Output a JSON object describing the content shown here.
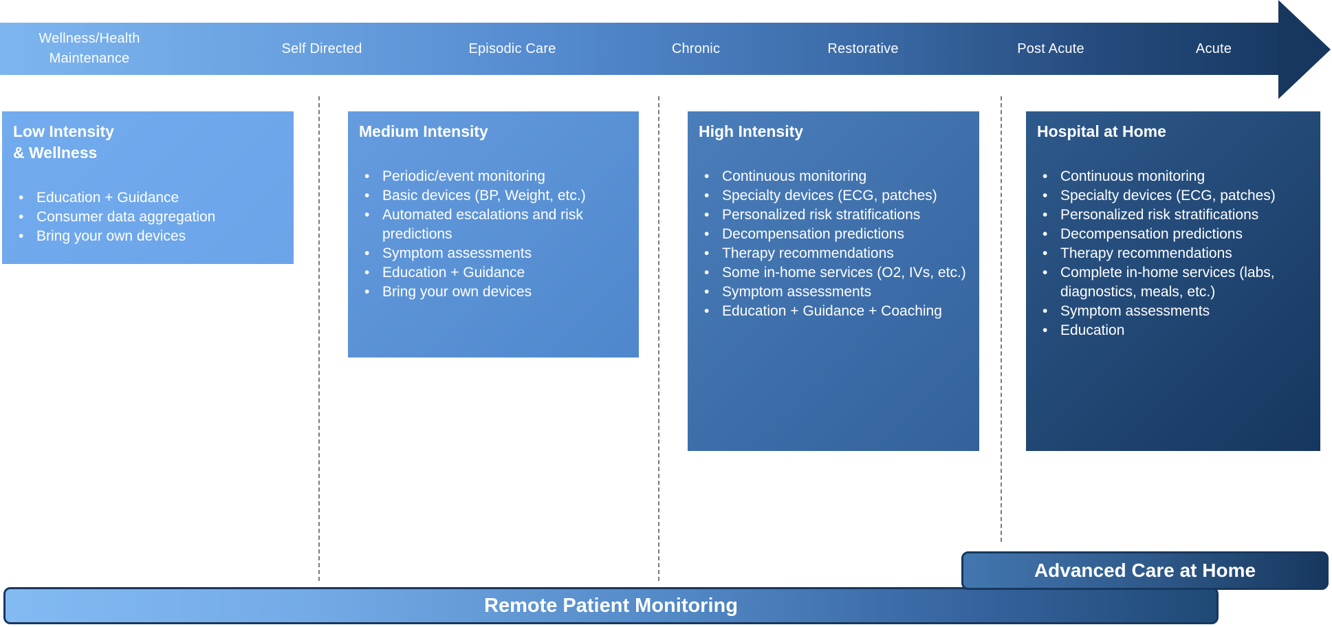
{
  "arrow": {
    "stages": [
      {
        "label": "Wellness/Health\nMaintenance"
      },
      {
        "label": "Self Directed"
      },
      {
        "label": "Episodic Care"
      },
      {
        "label": "Chronic"
      },
      {
        "label": "Restorative"
      },
      {
        "label": "Post Acute"
      },
      {
        "label": "Acute"
      }
    ]
  },
  "columns": [
    {
      "title": "Low Intensity\n & Wellness",
      "bullets": [
        "Education + Guidance",
        "Consumer data aggregation",
        "Bring your own devices"
      ]
    },
    {
      "title": "Medium Intensity",
      "bullets": [
        "Periodic/event monitoring",
        "Basic devices (BP, Weight, etc.)",
        "Automated escalations and risk predictions",
        "Symptom assessments",
        "Education + Guidance",
        "Bring your own devices"
      ]
    },
    {
      "title": "High Intensity",
      "bullets": [
        "Continuous monitoring",
        "Specialty devices (ECG, patches)",
        "Personalized risk stratifications",
        "Decompensation predictions",
        "Therapy recommendations",
        "Some in-home services (O2, IVs, etc.)",
        "Symptom assessments",
        "Education + Guidance + Coaching"
      ]
    },
    {
      "title": "Hospital at Home",
      "bullets": [
        "Continuous monitoring",
        "Specialty devices (ECG, patches)",
        "Personalized risk stratifications",
        "Decompensation predictions",
        "Therapy recommendations",
        "Complete in-home services (labs, diagnostics, meals, etc.)",
        "Symptom assessments",
        "Education"
      ]
    }
  ],
  "bars": {
    "rpm_label": "Remote Patient Monitoring",
    "acah_label": "Advanced Care at Home"
  },
  "colors": {
    "arrow_gradient_start": "#7db5ef",
    "arrow_gradient_end": "#17375E",
    "box_low": "#70a9ec",
    "box_medium": "#5a92d6",
    "box_high": "#3f71ab",
    "box_hospital_at_home": "#1f4470",
    "bar_border": "#17375E",
    "divider_gray": "#7a7a7a",
    "text_white": "#ffffff"
  }
}
